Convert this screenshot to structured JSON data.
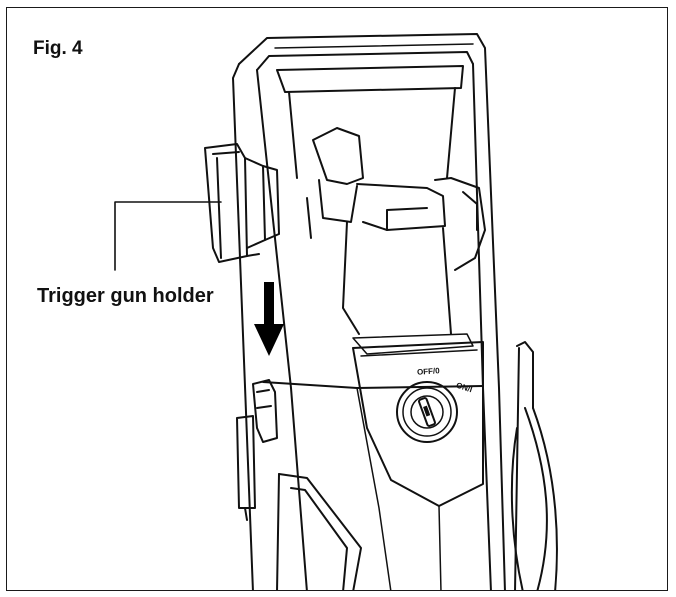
{
  "figure": {
    "label": "Fig. 4",
    "callout": "Trigger gun holder"
  },
  "switch": {
    "off_label": "OFF/0",
    "on_label": "ON/I"
  },
  "colors": {
    "ink": "#111111",
    "background": "#ffffff",
    "arrow": "#000000"
  },
  "icons": {
    "arrow": "down-arrow-icon",
    "switch": "rotary-switch-icon"
  }
}
